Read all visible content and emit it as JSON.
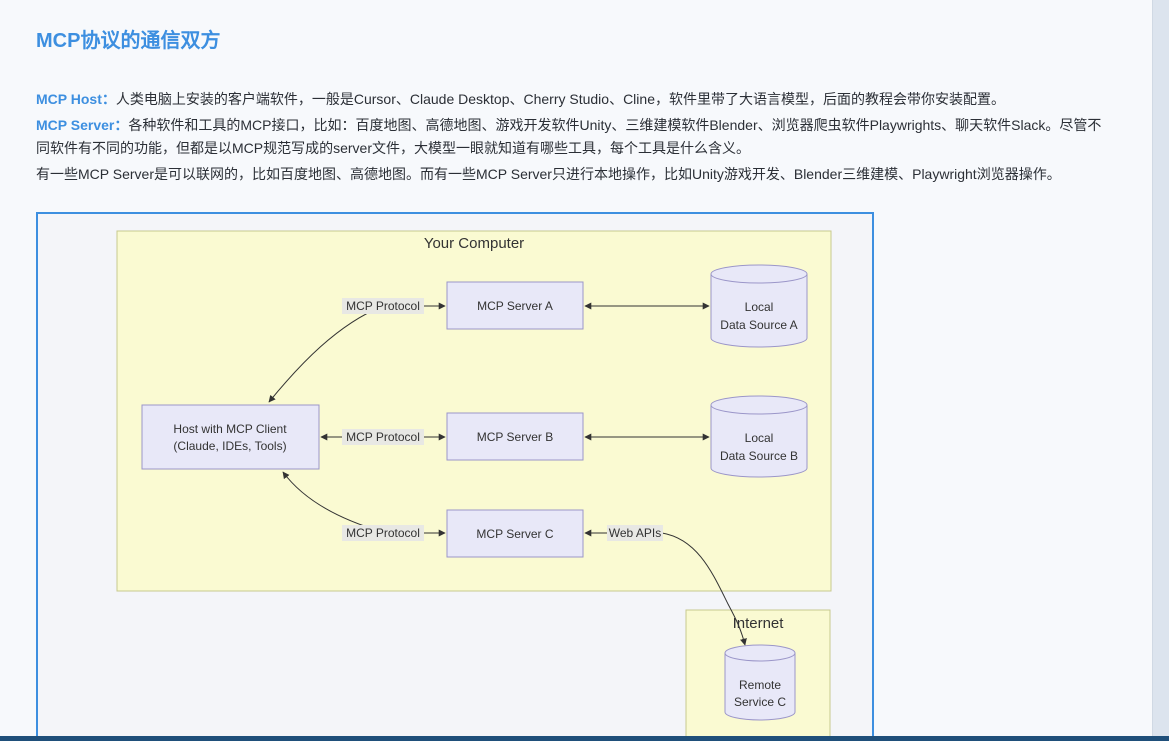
{
  "section": {
    "title": "MCP协议的通信双方"
  },
  "paragraphs": {
    "host": {
      "label": "MCP Host：",
      "text": "人类电脑上安装的客户端软件，一般是Cursor、Claude Desktop、Cherry Studio、Cline，软件里带了大语言模型，后面的教程会带你安装配置。"
    },
    "server": {
      "label": "MCP Server：",
      "text": "各种软件和工具的MCP接口，比如：百度地图、高德地图、游戏开发软件Unity、三维建模软件Blender、浏览器爬虫软件Playwrights、聊天软件Slack。尽管不同软件有不同的功能，但都是以MCP规范写成的server文件，大模型一眼就知道有哪些工具，每个工具是什么含义。"
    },
    "network": {
      "text": "有一些MCP Server是可以联网的，比如百度地图、高德地图。而有一些MCP Server只进行本地操作，比如Unity游戏开发、Blender三维建模、Playwright浏览器操作。"
    }
  },
  "diagram": {
    "your_computer": "Your Computer",
    "internet": "Internet",
    "host_line1": "Host with MCP Client",
    "host_line2": "(Claude, IDEs, Tools)",
    "server_a": "MCP Server A",
    "server_b": "MCP Server B",
    "server_c": "MCP Server C",
    "protocol_a": "MCP Protocol",
    "protocol_b": "MCP Protocol",
    "protocol_c": "MCP Protocol",
    "web_apis": "Web APIs",
    "source_a_line1": "Local",
    "source_a_line2": "Data Source A",
    "source_b_line1": "Local",
    "source_b_line2": "Data Source B",
    "remote_line1": "Remote",
    "remote_line2": "Service C"
  },
  "colors": {
    "accent": "#3d8fe0",
    "zone_fill": "#fafad2",
    "zone_stroke": "#c7c98e",
    "node_fill": "#e8e8f8",
    "node_stroke": "#9b96c9"
  }
}
